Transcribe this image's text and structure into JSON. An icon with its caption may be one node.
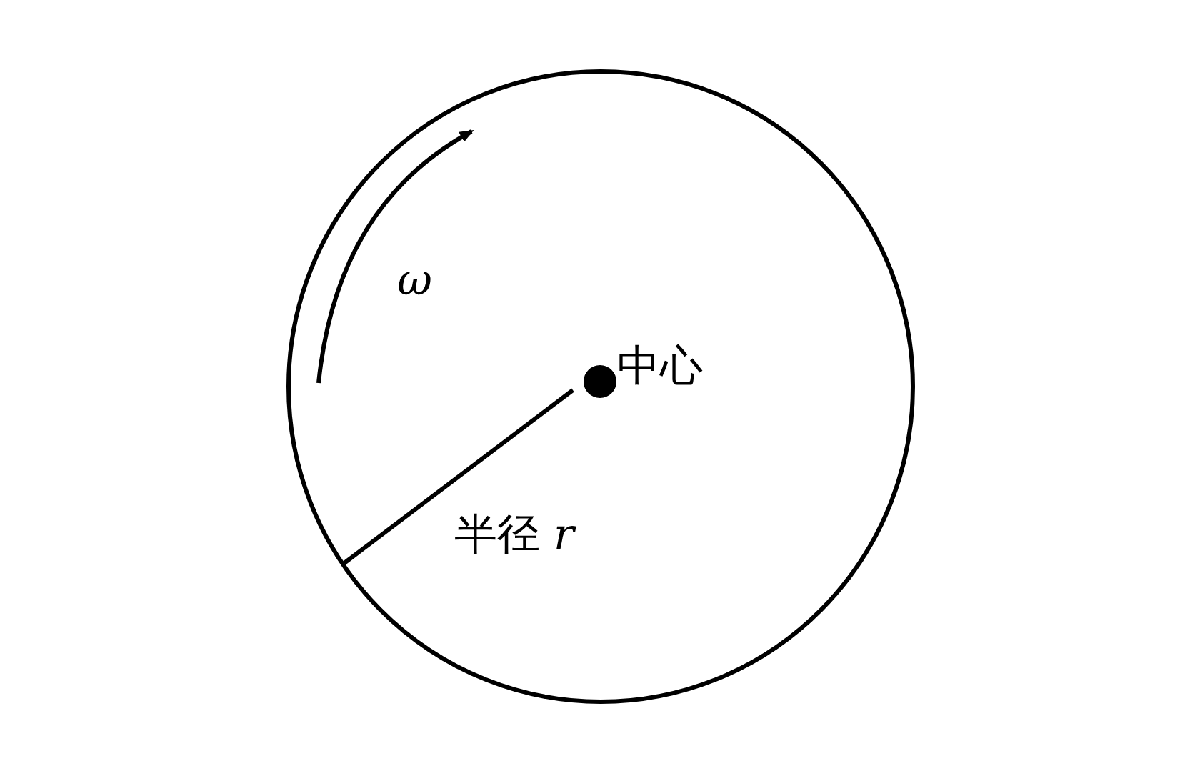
{
  "diagram": {
    "nodes": [
      {
        "text": [],
        "shape": "circle"
      },
      {
        "text": [],
        "shape": "circle",
        "in": 0,
        "beside": [
          "中心"
        ]
      }
    ],
    "labels": [
      "ω",
      "半径 *r*"
    ]
  }
}
